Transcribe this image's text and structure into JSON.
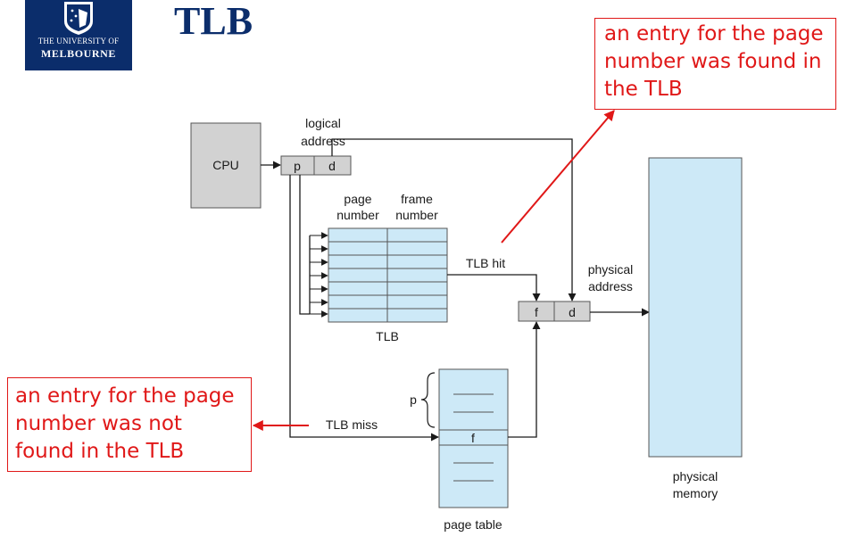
{
  "logo": {
    "line1": "THE UNIVERSITY OF",
    "line2": "MELBOURNE"
  },
  "slide_title": "TLB",
  "callouts": {
    "hit": "an entry for the page number was found in the TLB",
    "miss": "an entry for the page number was not found in the TLB"
  },
  "diagram": {
    "cpu": "CPU",
    "logical_address_line1": "logical",
    "logical_address_line2": "address",
    "p": "p",
    "d": "d",
    "page_number_line1": "page",
    "page_number_line2": "number",
    "frame_number_line1": "frame",
    "frame_number_line2": "number",
    "tlb": "TLB",
    "tlb_hit": "TLB hit",
    "tlb_miss": "TLB miss",
    "f": "f",
    "physical_address_line1": "physical",
    "physical_address_line2": "address",
    "page_table": "page table",
    "page_table_p": "p",
    "page_table_f": "f",
    "physical_memory_line1": "physical",
    "physical_memory_line2": "memory"
  },
  "colors": {
    "accent": "#e01818",
    "brand": "#0b2d6b",
    "box_fill": "#cde9f7",
    "register_fill": "#d2d2d2"
  }
}
